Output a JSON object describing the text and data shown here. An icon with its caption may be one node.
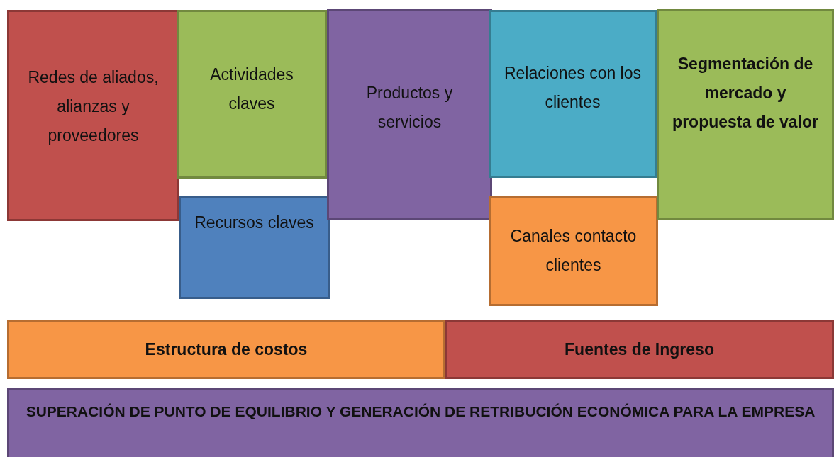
{
  "diagram": {
    "nodes": [
      {
        "text": [
          "Redes de aliados, alianzas y proveedores"
        ]
      },
      {
        "text": [
          "Actividades claves"
        ]
      },
      {
        "text": [
          "Recursos claves"
        ]
      },
      {
        "text": [
          "Productos y servicios"
        ]
      },
      {
        "text": [
          "Relaciones con los clientes"
        ]
      },
      {
        "text": [
          "Canales contacto clientes"
        ]
      },
      {
        "text": [
          "Segmentación de mercado y propuesta de valor"
        ]
      },
      {
        "text": [
          "Estructura de costos"
        ]
      },
      {
        "text": [
          "Fuentes de Ingreso"
        ]
      },
      {
        "text": [
          "SUPERACIÓN DE PUNTO DE EQUILIBRIO Y GENERACIÓN DE RETRIBUCIÓN ECONÓMICA PARA LA EMPRESA"
        ]
      }
    ]
  }
}
